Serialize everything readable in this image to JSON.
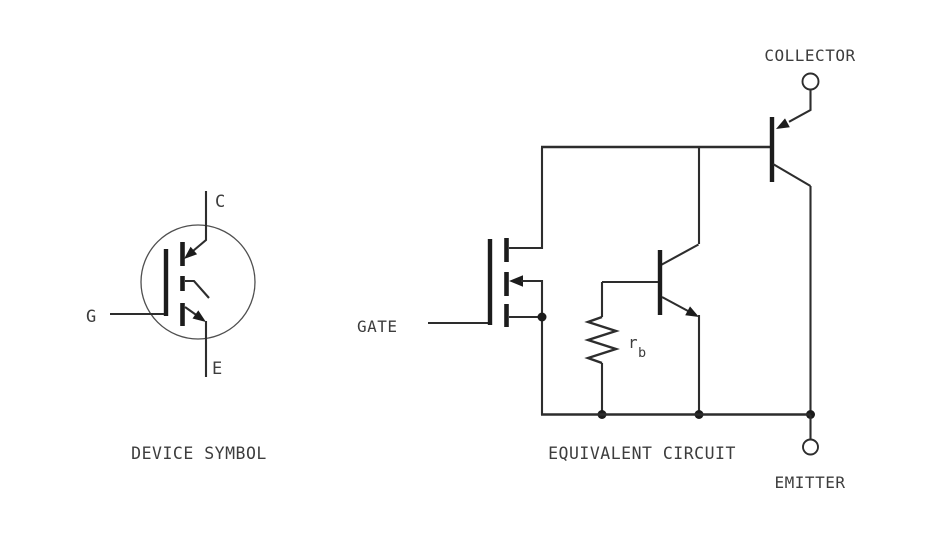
{
  "device_symbol": {
    "caption": "DEVICE SYMBOL",
    "collector_label": "C",
    "gate_label": "G",
    "emitter_label": "E"
  },
  "equivalent_circuit": {
    "caption": "EQUIVALENT CIRCUIT",
    "gate_label": "GATE",
    "collector_label": "COLLECTOR",
    "emitter_label": "EMITTER",
    "base_resistor": {
      "symbol": "r",
      "subscript": "b"
    }
  },
  "colors": {
    "background": "#ffffff",
    "wire": "#2d2d2d",
    "device": "#1c1c1c",
    "text": "#3d3d3d",
    "outline": "#4f4f4f"
  }
}
